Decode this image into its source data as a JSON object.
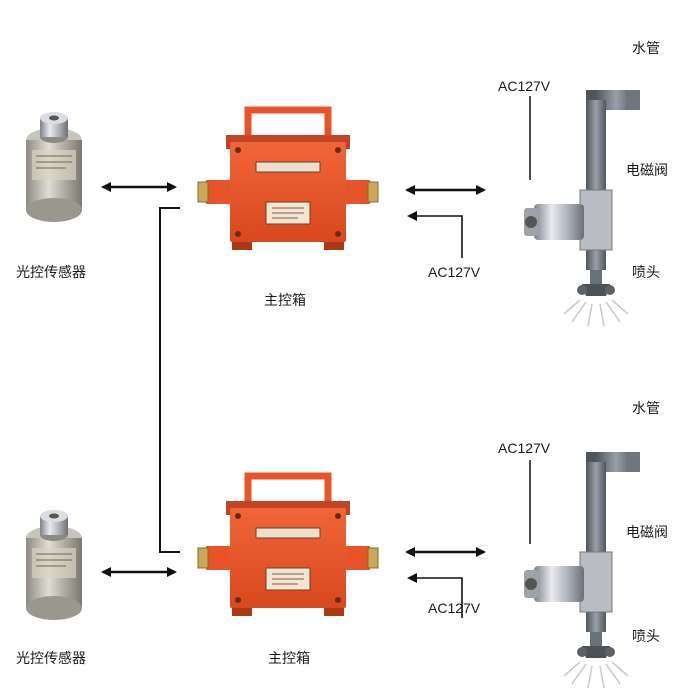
{
  "units": [
    {
      "sensor_label": "光控传感器",
      "controller_label": "主控箱",
      "voltage_top": "AC127V",
      "voltage_bottom": "AC127V",
      "pipe_label": "水管",
      "valve_label": "电磁阀",
      "nozzle_label": "喷头"
    },
    {
      "sensor_label": "光控传感器",
      "controller_label": "主控箱",
      "voltage_top": "AC127V",
      "voltage_bottom": "AC127V",
      "pipe_label": "水管",
      "valve_label": "电磁阀",
      "nozzle_label": "喷头"
    }
  ],
  "colors": {
    "box_orange": "#e8542a",
    "box_dark": "#b83a18",
    "cap_brass": "#c9a85a",
    "metal": "#b8bcc4",
    "pipe": "#6e747c",
    "line": "#111111"
  },
  "icons": [
    "light-sensor-icon",
    "control-box-icon",
    "solenoid-valve-icon",
    "nozzle-icon",
    "water-pipe-icon"
  ]
}
